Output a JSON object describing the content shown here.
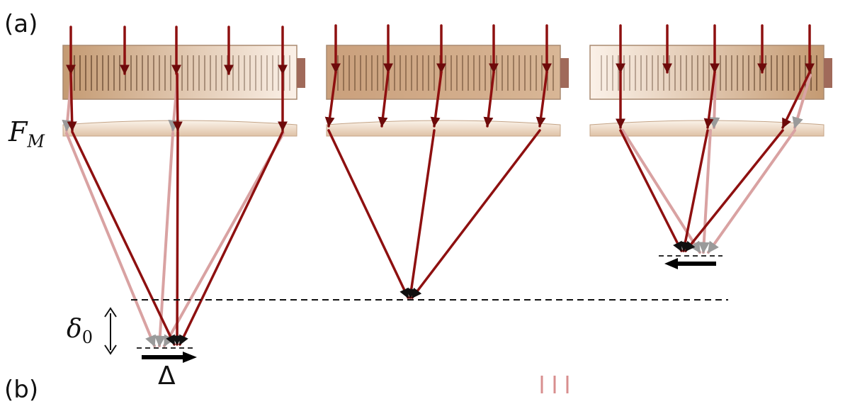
{
  "labels": {
    "panel_a": "(a)",
    "panel_b": "(b)",
    "fm_main": "F",
    "fm_sub": "M",
    "delta0_main": "δ",
    "delta0_sub": "0",
    "Delta": "Δ"
  },
  "colors": {
    "ray": "#8e1010",
    "ray_faint": "#d9a2a2",
    "arrowhead_gray": "#9a9a9a",
    "slm_dark": "#c49a72",
    "slm_light": "#fbf1e8",
    "slm_tab": "#a06a5a",
    "lens_fill": "#efdcca",
    "dashed": "#111111"
  },
  "icons": [
    "double-arrow-icon",
    "shift-arrow-icon"
  ]
}
